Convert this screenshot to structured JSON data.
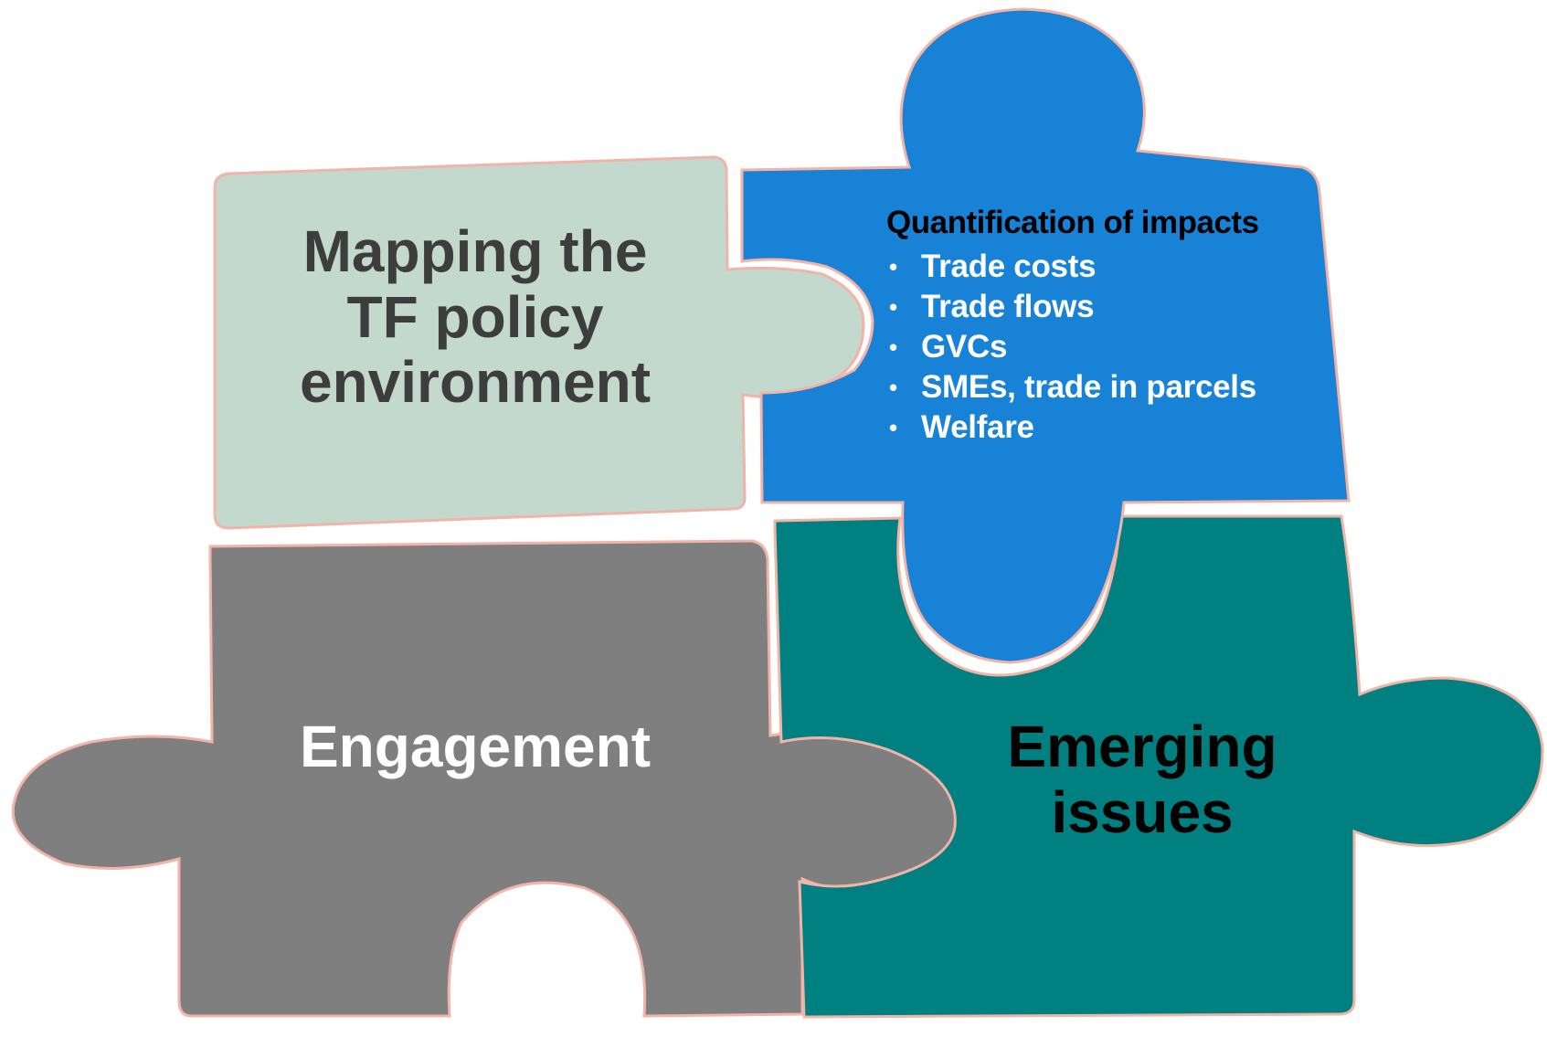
{
  "pieces": {
    "mapping": {
      "lines": [
        "Mapping the",
        "TF policy",
        "environment"
      ],
      "color": "#c3d9cd",
      "text_color": "#3d3d3d"
    },
    "quantification": {
      "title": "Quantification of impacts",
      "items": [
        "Trade costs",
        "Trade flows",
        "GVCs",
        "SMEs, trade in parcels",
        "Welfare"
      ],
      "bullet": "•",
      "color": "#1782d6",
      "text_color": "#ffffff"
    },
    "engagement": {
      "lines": [
        "Engagement"
      ],
      "color": "#7f7f7f",
      "text_color": "#ffffff"
    },
    "emerging": {
      "lines": [
        "Emerging",
        "issues"
      ],
      "color": "#008080",
      "text_color": "#000000"
    }
  },
  "outline_color": "#f2b3a8"
}
